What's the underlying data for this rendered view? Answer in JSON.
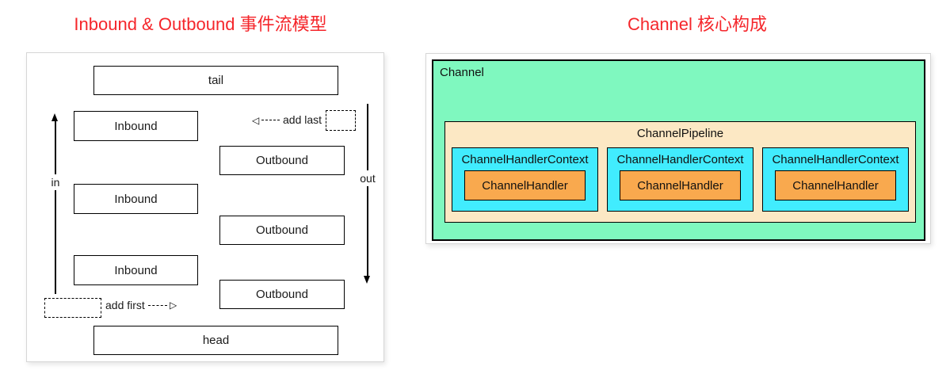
{
  "left": {
    "title": "Inbound & Outbound 事件流模型",
    "tail_label": "tail",
    "head_label": "head",
    "inbound_boxes": [
      "Inbound",
      "Inbound",
      "Inbound"
    ],
    "outbound_boxes": [
      "Outbound",
      "Outbound",
      "Outbound"
    ],
    "in_label": "in",
    "out_label": "out",
    "add_last_label": "add last",
    "add_first_label": "add first"
  },
  "right": {
    "title": "Channel 核心构成",
    "channel_label": "Channel",
    "pipeline_label": "ChannelPipeline",
    "contexts": [
      {
        "label": "ChannelHandlerContext",
        "handler": "ChannelHandler"
      },
      {
        "label": "ChannelHandlerContext",
        "handler": "ChannelHandler"
      },
      {
        "label": "ChannelHandlerContext",
        "handler": "ChannelHandler"
      }
    ]
  },
  "icons": {
    "add_last_arrow": "◁",
    "add_first_arrow": "▷"
  },
  "colors": {
    "title_red": "#f5262b",
    "channel_green": "#7ff8bf",
    "pipeline_peach": "#fce8c4",
    "context_cyan": "#41ecfe",
    "handler_orange": "#f9a94e",
    "box_border": "#000000",
    "panel_border": "#d6d6d6"
  }
}
